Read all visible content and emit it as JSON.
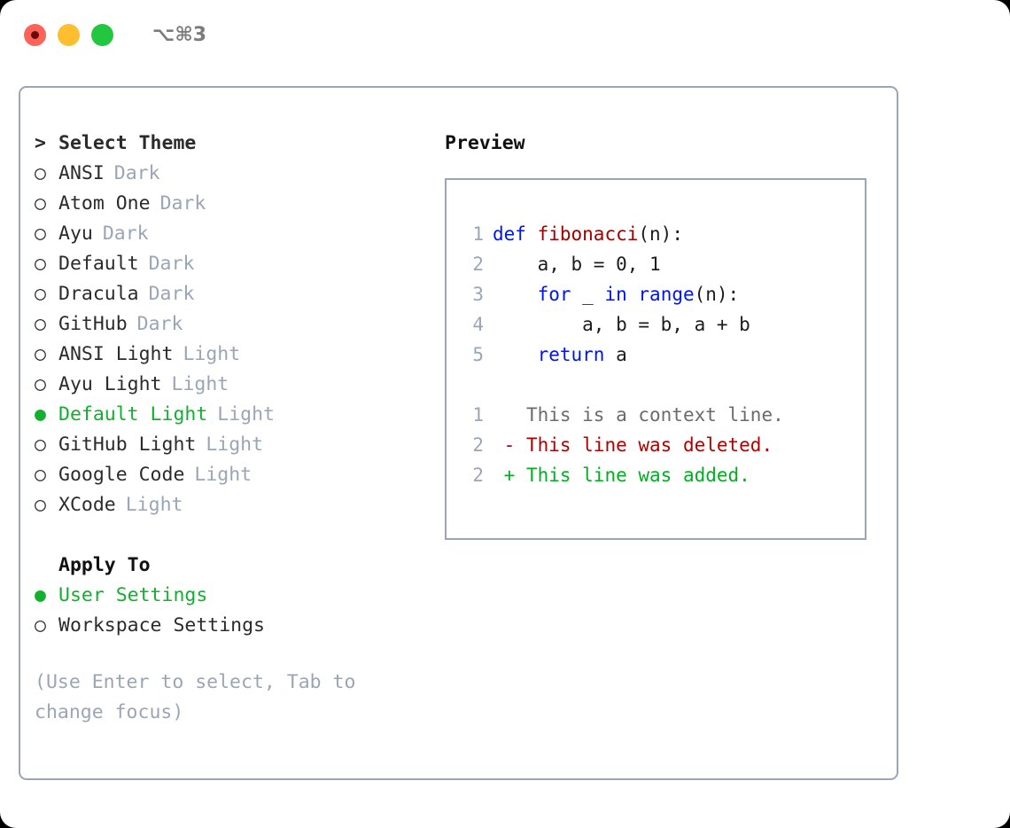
{
  "titlebar": {
    "shortcut": "⌥⌘3",
    "buttons": [
      {
        "name": "close",
        "color": "#ff6259"
      },
      {
        "name": "minimize",
        "color": "#ffbe2f"
      },
      {
        "name": "zoom",
        "color": "#23c73f"
      }
    ]
  },
  "theme_picker": {
    "header_marker": ">",
    "header_label": "Select Theme",
    "marker_unselected": "○",
    "marker_selected": "●",
    "selected_color": "#11b02e",
    "tag_color": "#9aa6b7",
    "items": [
      {
        "marker": "○",
        "name": "ANSI",
        "tag": "Dark",
        "selected": false
      },
      {
        "marker": "○",
        "name": "Atom One",
        "tag": "Dark",
        "selected": false
      },
      {
        "marker": "○",
        "name": "Ayu",
        "tag": "Dark",
        "selected": false
      },
      {
        "marker": "○",
        "name": "Default",
        "tag": "Dark",
        "selected": false
      },
      {
        "marker": "○",
        "name": "Dracula",
        "tag": "Dark",
        "selected": false
      },
      {
        "marker": "○",
        "name": "GitHub",
        "tag": "Dark",
        "selected": false
      },
      {
        "marker": "○",
        "name": "ANSI Light",
        "tag": "Light",
        "selected": false
      },
      {
        "marker": "○",
        "name": "Ayu Light",
        "tag": "Light",
        "selected": false
      },
      {
        "marker": "●",
        "name": "Default Light",
        "tag": "Light",
        "selected": true
      },
      {
        "marker": "○",
        "name": "GitHub Light",
        "tag": "Light",
        "selected": false
      },
      {
        "marker": "○",
        "name": "Google Code",
        "tag": "Light",
        "selected": false
      },
      {
        "marker": "○",
        "name": "XCode",
        "tag": "Light",
        "selected": false
      }
    ]
  },
  "apply_to": {
    "title": "Apply To",
    "items": [
      {
        "marker": "●",
        "name": "User Settings",
        "selected": true
      },
      {
        "marker": "○",
        "name": "Workspace Settings",
        "selected": false
      }
    ]
  },
  "hint": "(Use Enter to select, Tab to change focus)",
  "preview": {
    "title": "Preview",
    "code": [
      {
        "ln": "1",
        "indent": "",
        "tokens": [
          {
            "t": "def",
            "c": "kw"
          },
          {
            "t": " ",
            "c": "plain"
          },
          {
            "t": "fibonacci",
            "c": "fn"
          },
          {
            "t": "(n):",
            "c": "plain"
          }
        ]
      },
      {
        "ln": "2",
        "indent": "    ",
        "tokens": [
          {
            "t": "a, b = 0, 1",
            "c": "plain"
          }
        ]
      },
      {
        "ln": "3",
        "indent": "    ",
        "tokens": [
          {
            "t": "for",
            "c": "kw"
          },
          {
            "t": " _ ",
            "c": "plain"
          },
          {
            "t": "in",
            "c": "kw"
          },
          {
            "t": " ",
            "c": "plain"
          },
          {
            "t": "range",
            "c": "kw"
          },
          {
            "t": "(n):",
            "c": "plain"
          }
        ]
      },
      {
        "ln": "4",
        "indent": "        ",
        "tokens": [
          {
            "t": "a, b = b, a + b",
            "c": "plain"
          }
        ]
      },
      {
        "ln": "5",
        "indent": "    ",
        "tokens": [
          {
            "t": "return",
            "c": "kw"
          },
          {
            "t": " a",
            "c": "plain"
          }
        ]
      }
    ],
    "diff": [
      {
        "ln": "1",
        "sign": " ",
        "text": "This is a context line.",
        "kind": "ctx"
      },
      {
        "ln": "2",
        "sign": "-",
        "text": "This line was deleted.",
        "kind": "del"
      },
      {
        "ln": "2",
        "sign": "+",
        "text": "This line was added.",
        "kind": "add"
      }
    ],
    "diff_colors": {
      "ctx": "#6b6b6b",
      "del": "#b00000",
      "add": "#00b020"
    },
    "syntax_colors": {
      "keyword": "#0016e8",
      "function": "#a00000",
      "plain": "#1c1c1c",
      "linenumber": "#9aa6b7"
    }
  }
}
